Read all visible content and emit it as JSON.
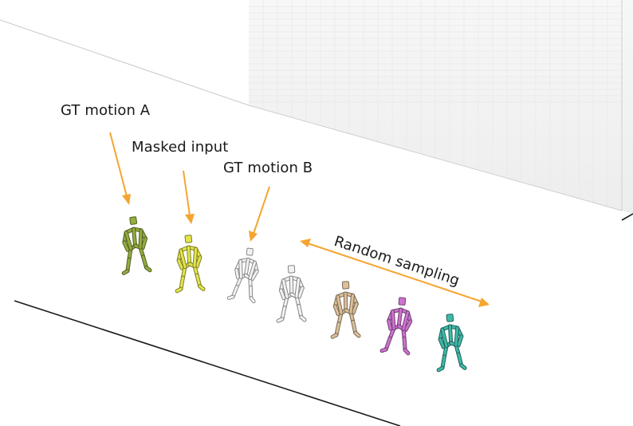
{
  "labels": {
    "gt_motion_a": "GT motion A",
    "masked_input": "Masked input",
    "gt_motion_b": "GT motion B",
    "random_sampling": "Random sampling"
  },
  "colors": {
    "arrow": "#f5a531",
    "floor_edge": "#1a1a1a",
    "wall": "#f3f3f3",
    "grid": "#d4d4d4",
    "gt_motion_a": "#94ad3f",
    "masked_input": "#e3e54b",
    "gt_motion_b": "#f2f2f2",
    "sample_neutral": "#f2f2f2",
    "sample_tan": "#dcc09a",
    "sample_magenta": "#cd72cf",
    "sample_teal": "#3fb8a7"
  },
  "figures": [
    {
      "name": "gt-motion-a-figure",
      "color": "#94ad3f"
    },
    {
      "name": "masked-input-figure",
      "color": "#e3e54b"
    },
    {
      "name": "gt-motion-b-figure",
      "color": "#f2f2f2"
    },
    {
      "name": "random-sample-1-figure",
      "color": "#f2f2f2"
    },
    {
      "name": "random-sample-2-figure",
      "color": "#dcc09a"
    },
    {
      "name": "random-sample-3-figure",
      "color": "#cd72cf"
    },
    {
      "name": "random-sample-4-figure",
      "color": "#3fb8a7"
    }
  ]
}
